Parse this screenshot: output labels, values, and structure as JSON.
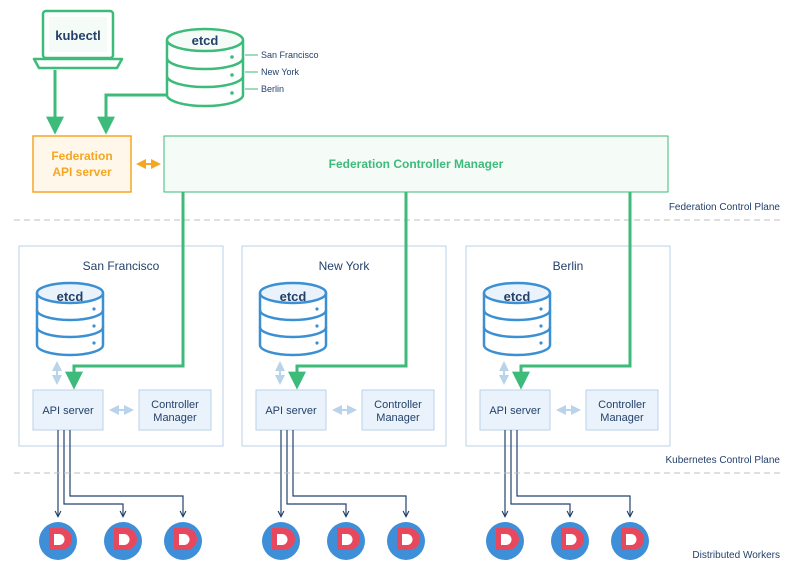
{
  "kubectl": {
    "label": "kubectl"
  },
  "fed_etcd": {
    "label": "etcd",
    "locations": [
      "San Francisco",
      "New York",
      "Berlin"
    ]
  },
  "fed_api_server": {
    "label_line1": "Federation",
    "label_line2": "API server"
  },
  "fed_controller_manager": {
    "label": "Federation Controller Manager"
  },
  "planes": {
    "federation": "Federation Control Plane",
    "kubernetes": "Kubernetes Control Plane",
    "workers": "Distributed Workers"
  },
  "clusters": [
    {
      "name": "San Francisco",
      "etcd": "etcd",
      "api_server": "API server",
      "cm_line1": "Controller",
      "cm_line2": "Manager"
    },
    {
      "name": "New York",
      "etcd": "etcd",
      "api_server": "API server",
      "cm_line1": "Controller",
      "cm_line2": "Manager"
    },
    {
      "name": "Berlin",
      "etcd": "etcd",
      "api_server": "API server",
      "cm_line1": "Controller",
      "cm_line2": "Manager"
    }
  ],
  "colors": {
    "green": "#3dbb7a",
    "green_fill": "#f5fbf7",
    "orange": "#f5a623",
    "orange_fill": "#fff8ea",
    "blue": "#3b8fd3",
    "blue_light": "#b8d3ea",
    "blue_fill": "#eaf3fb",
    "navy": "#24416b",
    "red": "#e8485e",
    "worker_blue": "#3e8fd8"
  }
}
